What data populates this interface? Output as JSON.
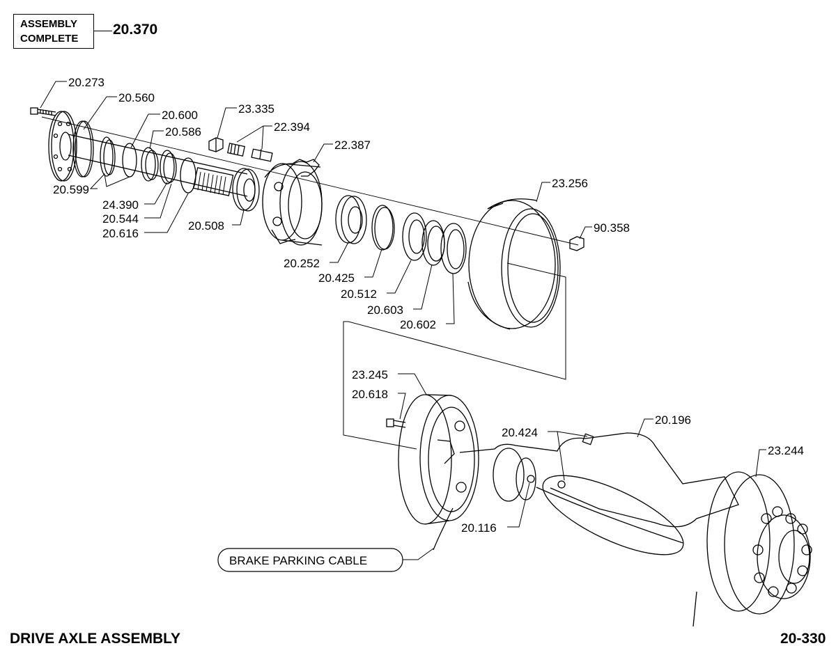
{
  "assembly": {
    "line1": "ASSEMBLY",
    "line2": "COMPLETE",
    "ref": "20.370"
  },
  "footer": {
    "title": "DRIVE AXLE ASSEMBLY",
    "page": "20-330"
  },
  "callouts": {
    "c20_273": "20.273",
    "c20_560": "20.560",
    "c20_600": "20.600",
    "c20_586": "20.586",
    "c20_599": "20.599",
    "c24_390": "24.390",
    "c20_544": "20.544",
    "c20_616": "20.616",
    "c20_508": "20.508",
    "c23_335": "23.335",
    "c22_394": "22.394",
    "c22_387": "22.387",
    "c23_256": "23.256",
    "c90_358": "90.358",
    "c20_252": "20.252",
    "c20_425": "20.425",
    "c20_512": "20.512",
    "c20_603": "20.603",
    "c20_602": "20.602",
    "c23_245": "23.245",
    "c20_618": "20.618",
    "c20_424": "20.424",
    "c20_196": "20.196",
    "c23_244": "23.244",
    "c20_116": "20.116"
  },
  "brake_parking_cable": "BRAKE PARKING CABLE"
}
